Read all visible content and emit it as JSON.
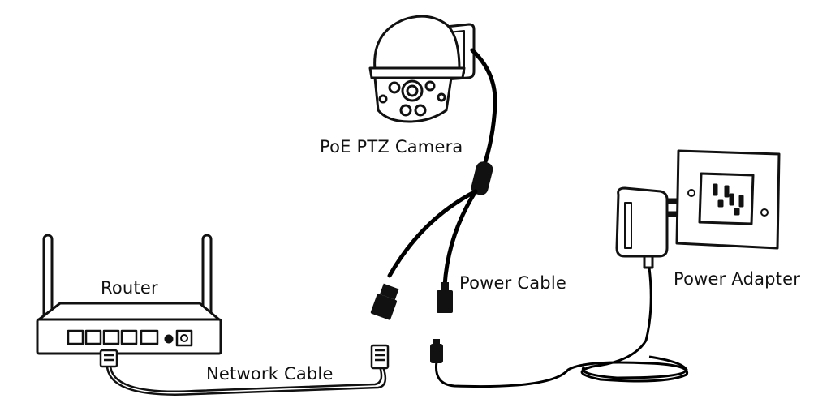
{
  "labels": {
    "camera": "PoE PTZ Camera",
    "router": "Router",
    "power_cable": "Power Cable",
    "power_adapter": "Power Adapter",
    "network_cable": "Network Cable"
  },
  "colors": {
    "stroke": "#111111",
    "background": "#ffffff",
    "cable": "#000000"
  }
}
